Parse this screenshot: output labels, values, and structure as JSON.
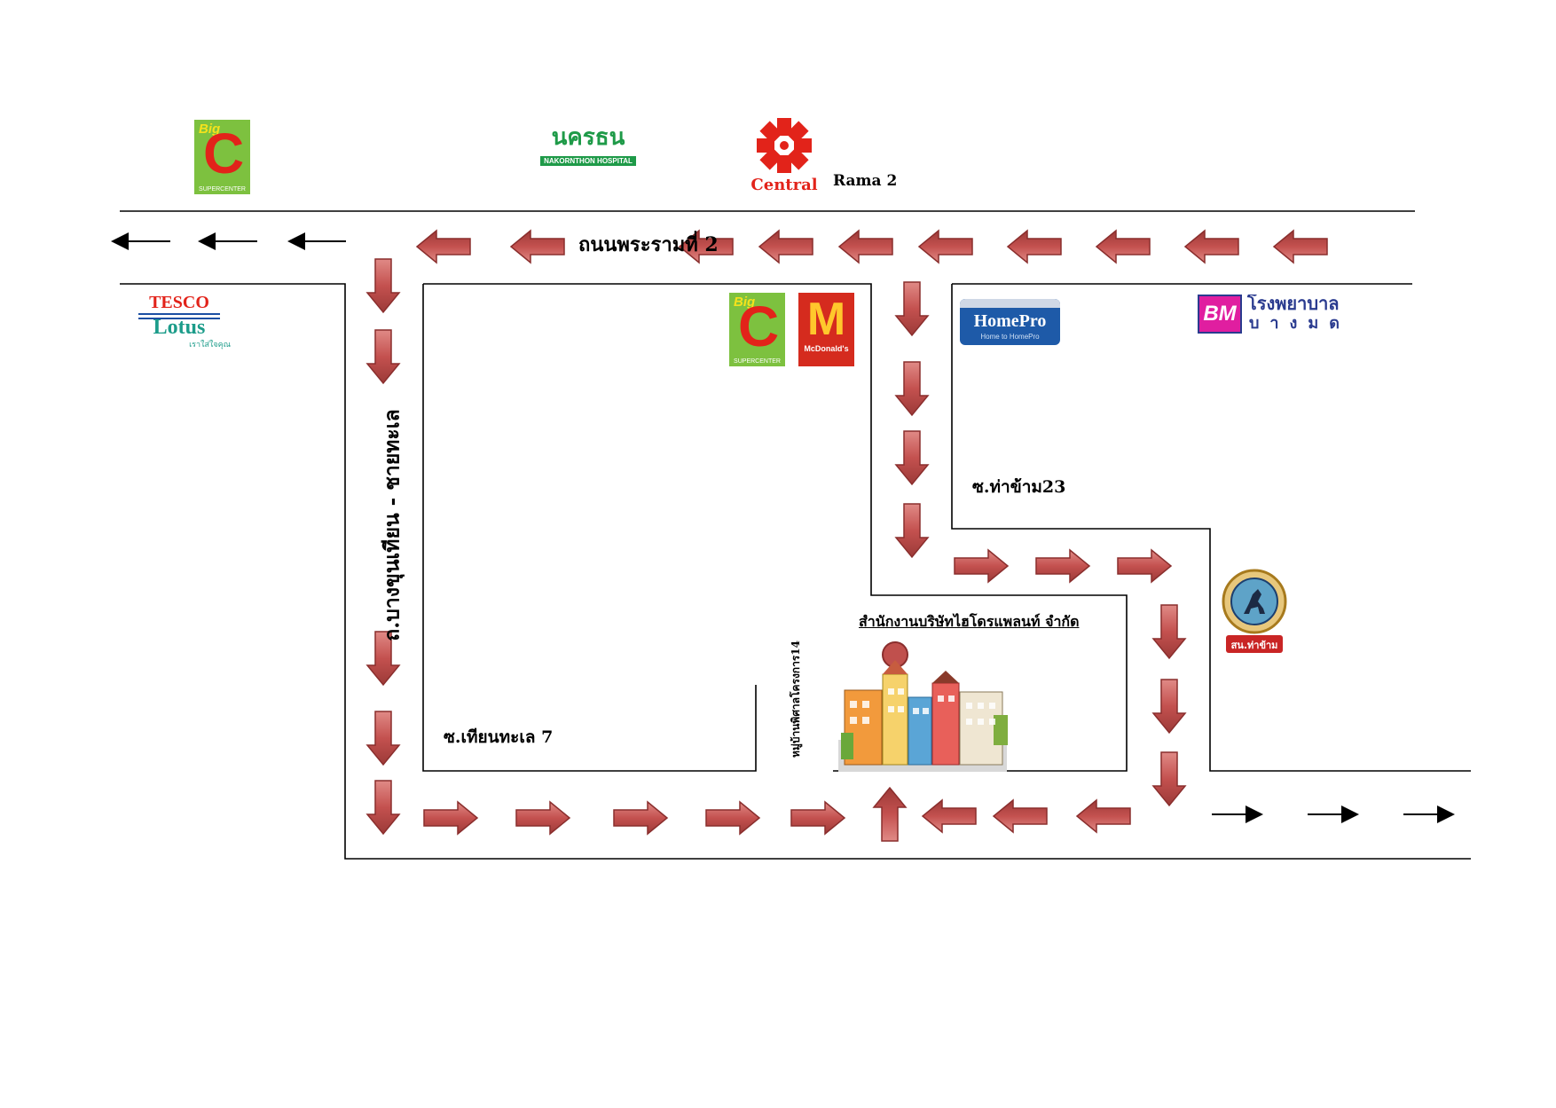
{
  "map": {
    "main_road_label": "ถนนพระรามที่ 2",
    "rama2_label": "Rama 2",
    "side_road_label": "ถ.บางขุนเทียน - ชายทะเล",
    "soi_tha_kham_label": "ซ.ท่าข้าม23",
    "soi_thian_label": "ซ.เทียนทะเล 7",
    "village_label": "หมู่บ้านพิศาลโครงการ14",
    "destination_label": "สำนักงานบริษัทไฮโดรแพลนท์ จำกัด"
  },
  "landmarks": {
    "bigc_top": {
      "small": "Big",
      "letter": "C",
      "tagline": "SUPERCENTER"
    },
    "nakornthon": {
      "thai": "นครธน",
      "english": "NAKORNTHON HOSPITAL",
      "color": "#1e9a48"
    },
    "central": {
      "name": "Central",
      "color": "#e2231a"
    },
    "tesco": {
      "top": "TESCO",
      "bottom": "Lotus",
      "tagline": "เราใส่ใจคุณ"
    },
    "bigc_inner": {
      "small": "Big",
      "letter": "C",
      "tagline": "SUPERCENTER"
    },
    "mcdonalds": {
      "letter": "M",
      "name": "McDonald's",
      "color": "#d52b1e"
    },
    "homepro": {
      "name": "HomePro",
      "tagline": "Home to HomePro",
      "color": "#1e5aa8"
    },
    "bangmod": {
      "badge": "BM",
      "line1": "โรงพยาบาล",
      "line2": "บางมด",
      "color": "#2a3b8f"
    },
    "police": {
      "label": "สน.ท่าข้าม"
    }
  },
  "colors": {
    "arrow_fill": "#c4514f",
    "arrow_stroke": "#8a2e2d",
    "road": "#000000"
  }
}
